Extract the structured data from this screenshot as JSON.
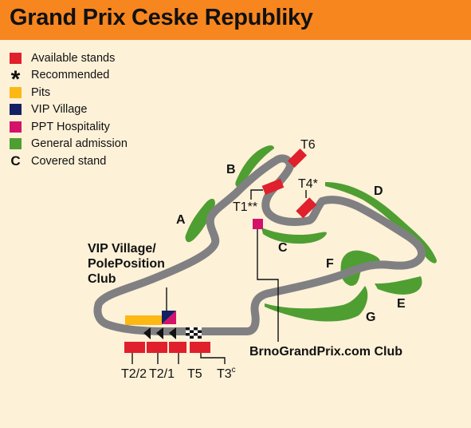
{
  "title": "Grand Prix Ceske Republiky",
  "colors": {
    "header": "#f7861f",
    "background": "#fdf1d8",
    "track": "#808083",
    "stand": "#e0202c",
    "pits": "#fcb813",
    "vip": "#132063",
    "hospitality": "#d4126a",
    "general_admission": "#4f9e32"
  },
  "legend": [
    {
      "label": "Available stands",
      "symbol": "red-square"
    },
    {
      "label": "Recommended",
      "symbol": "asterisk"
    },
    {
      "label": "Pits",
      "symbol": "yellow-square"
    },
    {
      "label": "VIP Village",
      "symbol": "navy-square"
    },
    {
      "label": "PPT Hospitality",
      "symbol": "magenta-square"
    },
    {
      "label": "General admission",
      "symbol": "green-square"
    },
    {
      "label": "Covered stand",
      "symbol": "letter-c"
    }
  ],
  "legend_glyphs": {
    "asterisk": "*",
    "covered": "C"
  },
  "zones": {
    "a": "A",
    "b": "B",
    "c": "C",
    "d": "D",
    "e": "E",
    "f": "F",
    "g": "G"
  },
  "stands": {
    "t1": "T1**",
    "t2_2": "T2/2",
    "t2_1": "T2/1",
    "t3_main": "T3",
    "t3_sup": "c",
    "t4": "T4*",
    "t5": "T5",
    "t6": "T6"
  },
  "callouts": {
    "vip_line1": "VIP Village/",
    "vip_line2": "PolePosition",
    "vip_line3": "Club",
    "brno_club": "BrnoGrandPrix.com Club"
  }
}
